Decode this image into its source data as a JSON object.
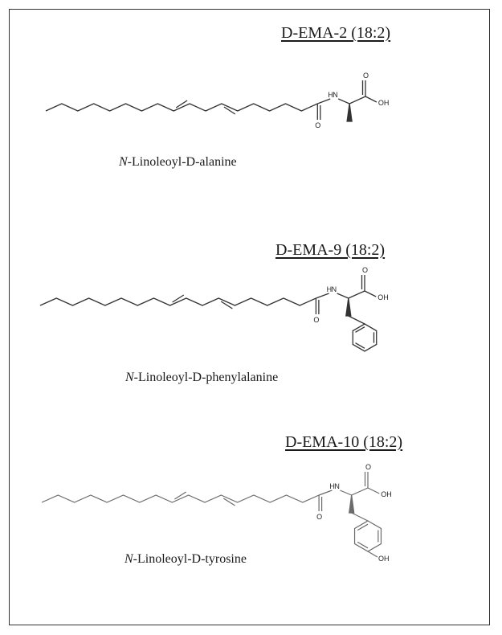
{
  "compounds": [
    {
      "code": "D-EMA-2 (18:2)",
      "name_prefix": "N",
      "name_rest": "-Linoleoyl-D-alanine",
      "side_chain": "methyl"
    },
    {
      "code": "D-EMA-9 (18:2)",
      "name_prefix": "N",
      "name_rest": "-Linoleoyl-D-phenylalanine",
      "side_chain": "benzyl"
    },
    {
      "code": "D-EMA-10 (18:2)",
      "name_prefix": "N",
      "name_rest": "-Linoleoyl-D-tyrosine",
      "side_chain": "4-hydroxybenzyl"
    }
  ],
  "atom_labels": {
    "nh": "H",
    "n": "N",
    "carbonyl_o": "O",
    "acid_o": "O",
    "acid_oh": "OH",
    "phenol_oh": "OH"
  },
  "colors": {
    "line": "#333333",
    "faded_line": "#6a6a6a",
    "frame": "#333333"
  }
}
